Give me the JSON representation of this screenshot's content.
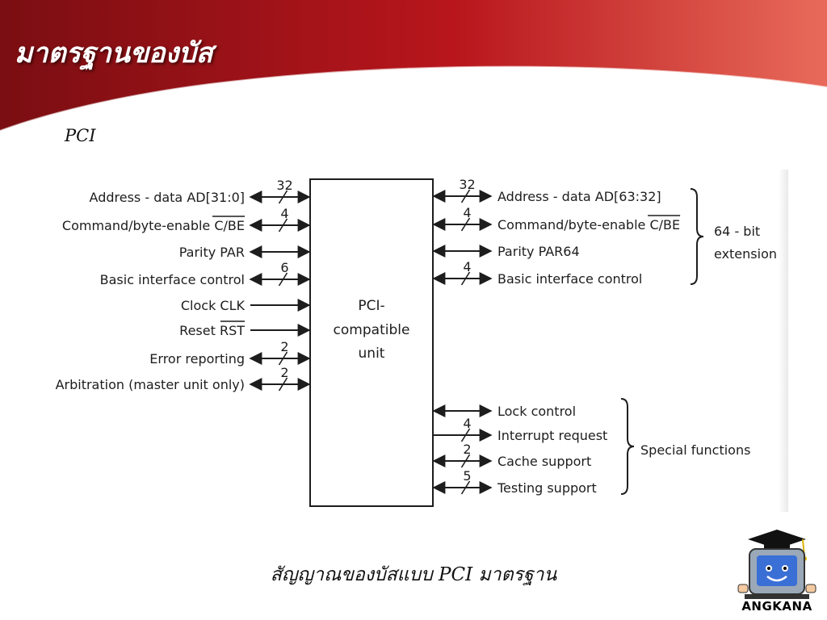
{
  "slide": {
    "title": "มาตรฐานของบัส",
    "subtitle": "PCI",
    "caption": "สัญญาณของบัสแบบ PCI มาตรฐาน",
    "logo_text": "ANGKANA"
  },
  "colors": {
    "header_dark": "#7a0e12",
    "header_mid": "#b8161c",
    "header_light": "#e86a5a"
  },
  "diagram": {
    "unit_label": [
      "PCI-",
      "compatible",
      "unit"
    ],
    "left_signals": [
      {
        "label": "Address - data AD[31:0]",
        "width": "32",
        "bidirectional": true
      },
      {
        "label": "Command/byte-enable C/BE",
        "width": "4",
        "bidirectional": true
      },
      {
        "label": "Parity PAR",
        "width": "",
        "bidirectional": true
      },
      {
        "label": "Basic interface control",
        "width": "6",
        "bidirectional": true
      },
      {
        "label": "Clock CLK",
        "width": "",
        "bidirectional": false
      },
      {
        "label": "Reset RST",
        "width": "",
        "bidirectional": false
      },
      {
        "label": "Error reporting",
        "width": "2",
        "bidirectional": true
      },
      {
        "label": "Arbitration (master unit only)",
        "width": "2",
        "bidirectional": true
      }
    ],
    "right_signals": [
      {
        "label": "Address - data AD[63:32]",
        "width": "32",
        "bidirectional": true
      },
      {
        "label": "Command/byte-enable C/BE",
        "width": "4",
        "bidirectional": true
      },
      {
        "label": "Parity PAR64",
        "width": "",
        "bidirectional": true
      },
      {
        "label": "Basic interface control",
        "width": "4",
        "bidirectional": true
      },
      {
        "label": "Lock control",
        "width": "",
        "bidirectional": true
      },
      {
        "label": "Interrupt request",
        "width": "4",
        "bidirectional": false
      },
      {
        "label": "Cache support",
        "width": "2",
        "bidirectional": true
      },
      {
        "label": "Testing support",
        "width": "5",
        "bidirectional": true
      }
    ],
    "groups": [
      {
        "label_lines": [
          "64 - bit",
          "extension"
        ]
      },
      {
        "label_lines": [
          "Special functions"
        ]
      }
    ]
  }
}
